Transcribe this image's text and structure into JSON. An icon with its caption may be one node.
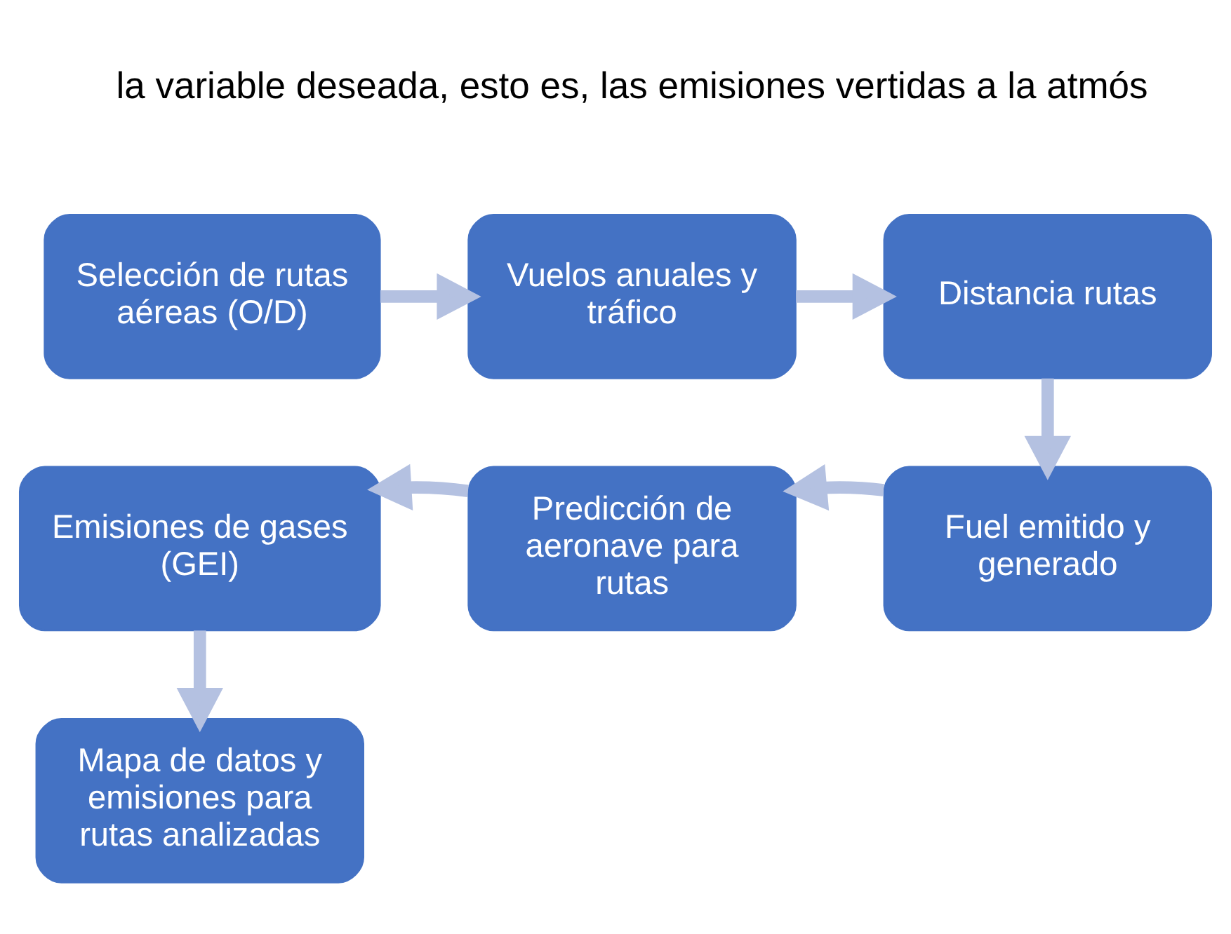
{
  "diagram": {
    "nodes": [
      {
        "text": [
          "Selección de rutas aéreas (O/D)"
        ]
      },
      {
        "text": [
          "Vuelos anuales y tráfico"
        ]
      },
      {
        "text": [
          "Distancia rutas"
        ]
      },
      {
        "text": [
          "Fuel emitido y generado"
        ]
      },
      {
        "text": [
          "Predicción de aeronave para rutas"
        ]
      },
      {
        "text": [
          "Emisiones de gases (GEI)"
        ]
      },
      {
        "text": [
          "Mapa de datos y emisiones para rutas analizadas"
        ]
      }
    ],
    "edges": [
      {
        "from": 0,
        "to": 1,
        "arrow": "to"
      },
      {
        "from": 1,
        "to": 2,
        "arrow": "to"
      },
      {
        "from": 2,
        "to": 3,
        "arrow": "to"
      },
      {
        "from": 3,
        "to": 4,
        "arrow": "to"
      },
      {
        "from": 4,
        "to": 5,
        "arrow": "to"
      },
      {
        "from": 5,
        "to": 6,
        "arrow": "to"
      }
    ],
    "labels": [
      "la variable deseada, esto es, las emisiones vertidas a la atmós"
    ]
  }
}
